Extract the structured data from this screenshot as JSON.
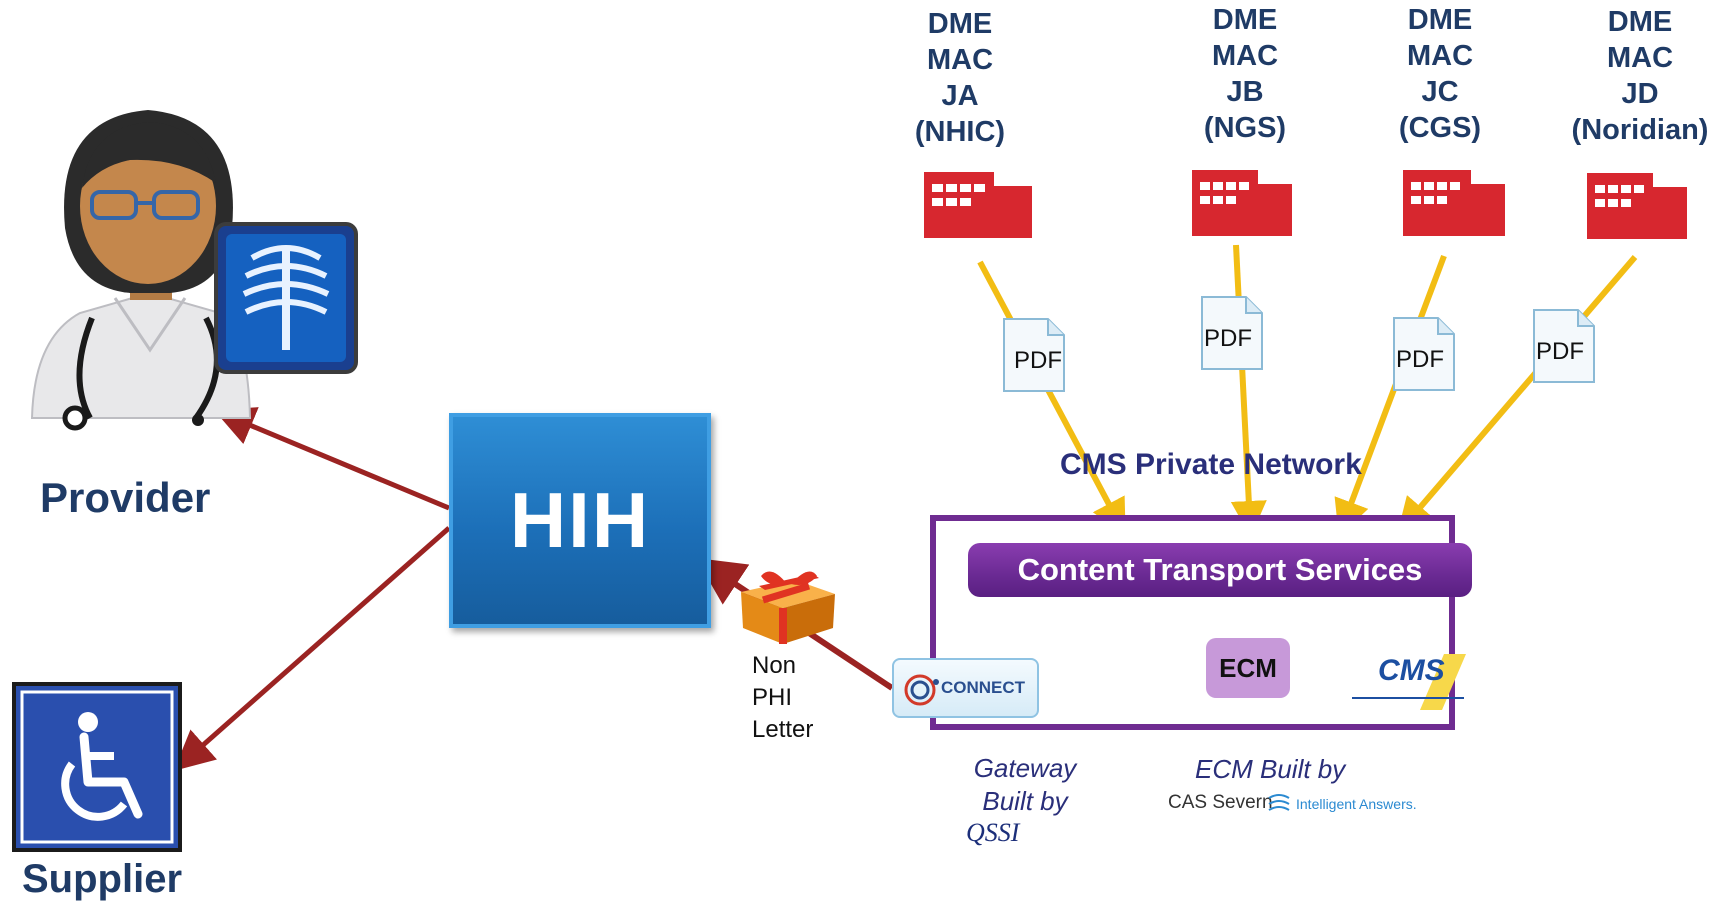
{
  "macs": [
    {
      "label": "DME\nMAC\nJA\n(NHIC)"
    },
    {
      "label": "DME\nMAC\nJB\n(NGS)"
    },
    {
      "label": "DME\nMAC\nJC\n(CGS)"
    },
    {
      "label": "DME\nMAC\nJD\n(Noridian)"
    }
  ],
  "pdf_label": "PDF",
  "actors": {
    "provider": "Provider",
    "supplier": "Supplier"
  },
  "hih": "HIH",
  "network": {
    "label": "CMS Private Network",
    "cts": "Content Transport Services",
    "ecm": "ECM",
    "connect": "CONNECT",
    "cms_logo": "CMS"
  },
  "note": "Non\nPHI\nLetter",
  "gateway_credit": "Gateway\nBuilt by",
  "gateway_logo": "QSSI",
  "ecm_credit": "ECM Built by",
  "ecm_logo": "CAS Severn",
  "ecm_logo_tagline": "Intelligent Answers.",
  "colors": {
    "mac_building": "#d7272f",
    "yellow_line": "#f2bd14",
    "red_arrow": "#9b2322",
    "purple": "#6f2c91",
    "hih_blue": "#1c6fb8",
    "label_navy": "#1f3b66"
  }
}
